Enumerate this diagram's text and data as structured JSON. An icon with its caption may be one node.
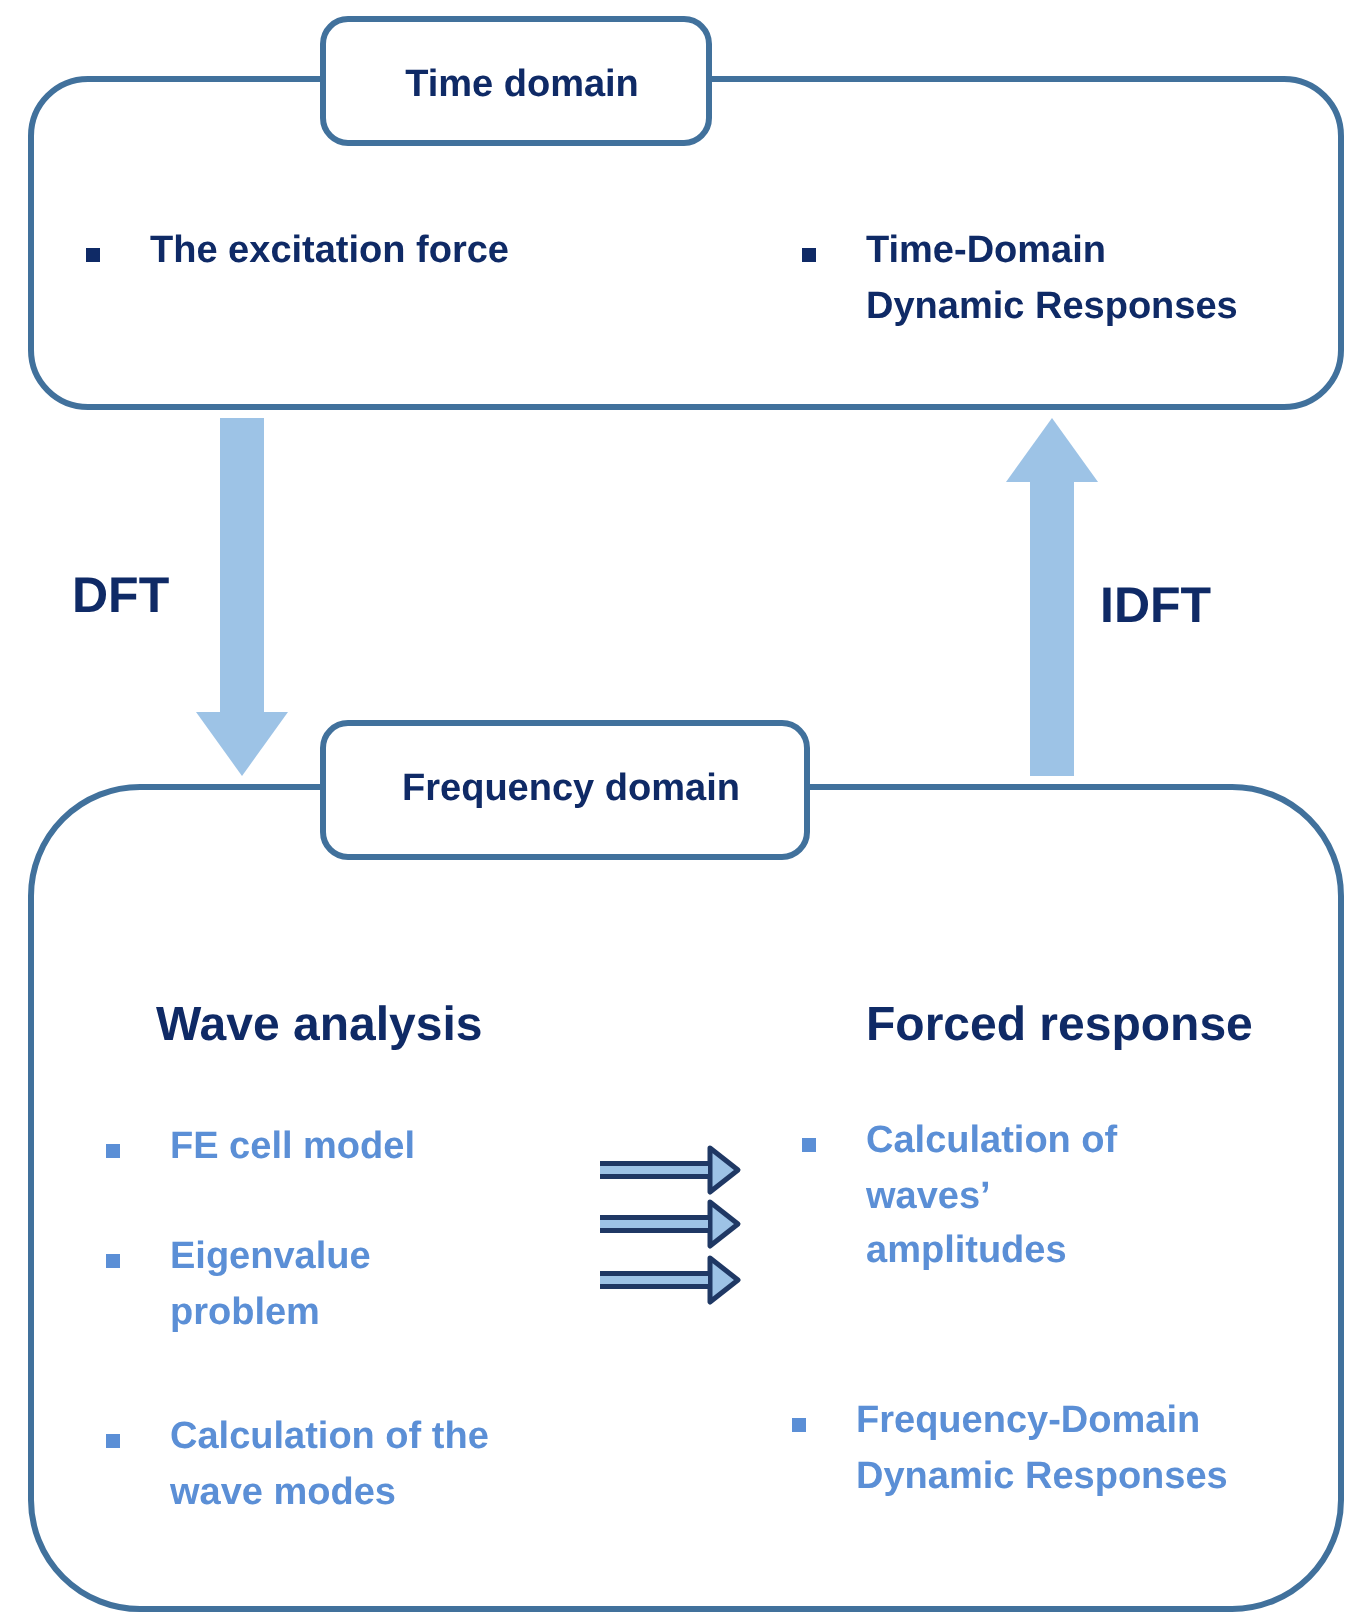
{
  "diagram": {
    "nodes": [
      {
        "text": [
          "Time domain"
        ]
      },
      {
        "text": [
          "The excitation force",
          "Time-Domain Dynamic Responses"
        ]
      },
      {
        "text": [
          "Frequency domain"
        ]
      },
      {
        "text": [],
        "shape": "box"
      },
      {
        "text": [
          "Wave analysis",
          "FE cell model",
          "Eigenvalue problem",
          "Calculation of the wave modes"
        ],
        "in": 3
      },
      {
        "text": [
          "Forced response",
          "Calculation of waves’ amplitudes",
          "Frequency-Domain Dynamic Responses"
        ],
        "in": 3
      }
    ],
    "edges": [
      {
        "from": 1,
        "to": 3,
        "arrow": "to",
        "label": "DFT",
        "style": "thick",
        "color": "#9dc3e6"
      },
      {
        "from": 3,
        "to": 1,
        "arrow": "to",
        "label": "IDFT",
        "style": "thick",
        "color": "#9dc3e6"
      },
      {
        "from": 4,
        "to": 5,
        "arrow": "to"
      },
      {
        "from": 4,
        "to": 5,
        "arrow": "to"
      },
      {
        "from": 4,
        "to": 5,
        "arrow": "to"
      }
    ]
  }
}
